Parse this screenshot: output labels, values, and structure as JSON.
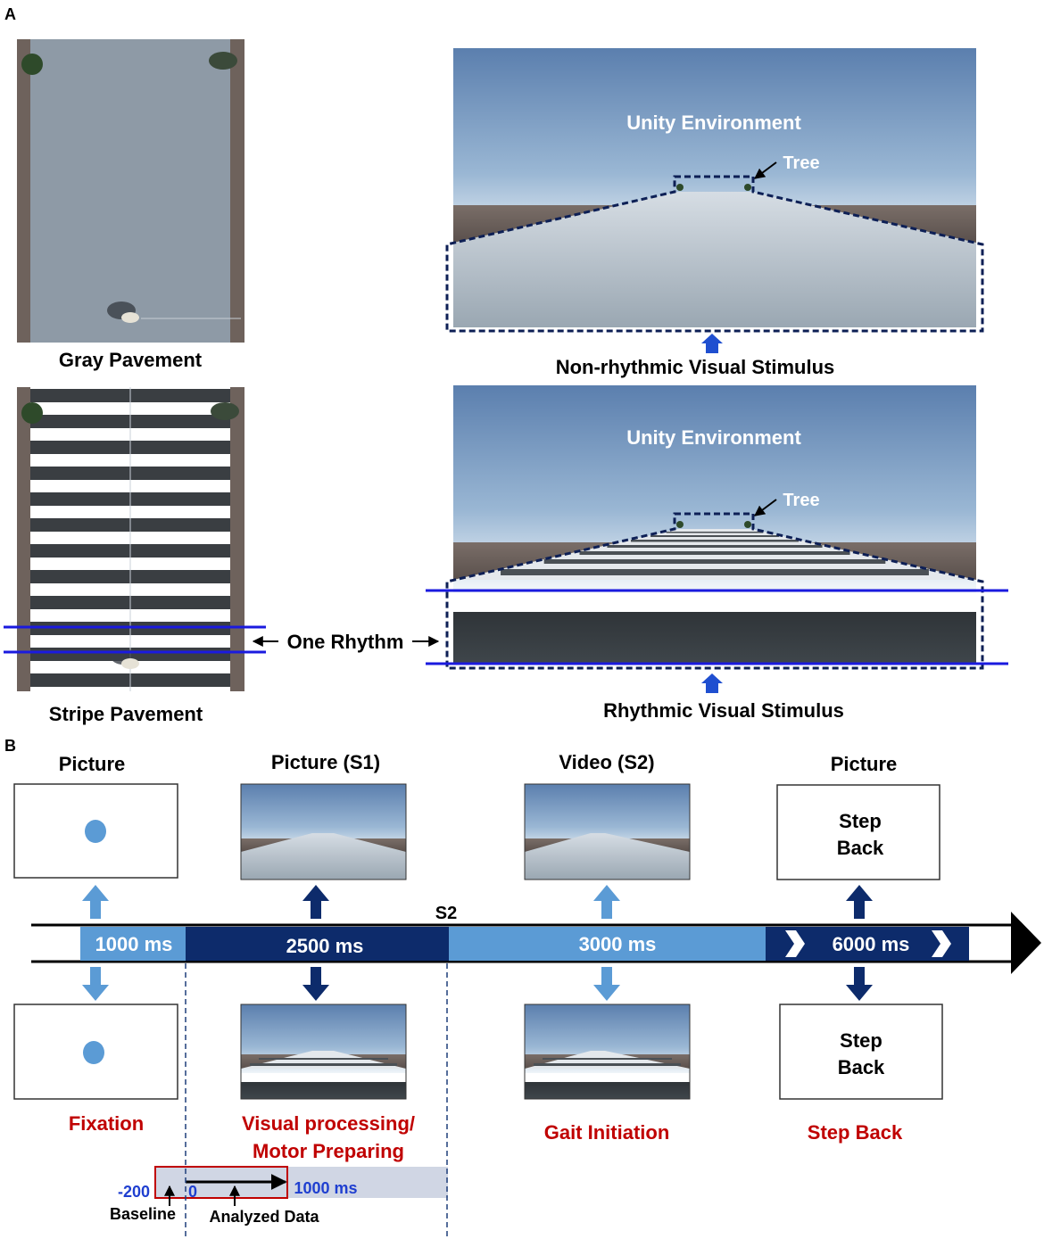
{
  "panel_a": {
    "label": "A",
    "gray_caption": "Gray Pavement",
    "stripe_caption": "Stripe Pavement",
    "one_rhythm": "One Rhythm",
    "unity_env_1": "Unity Environment",
    "unity_env_2": "Unity Environment",
    "tree_1": "Tree",
    "tree_2": "Tree",
    "non_rhythmic": "Non-rhythmic Visual Stimulus",
    "rhythmic": "Rhythmic Visual Stimulus"
  },
  "panel_b": {
    "label": "B",
    "headers": [
      "Picture",
      "Picture (S1)",
      "Video (S2)",
      "Picture"
    ],
    "s2_marker": "S2",
    "durations": [
      "1000 ms",
      "2500 ms",
      "3000 ms",
      "6000 ms"
    ],
    "step_back_top": [
      "Step",
      "Back"
    ],
    "step_back_bottom": [
      "Step",
      "Back"
    ],
    "phases": {
      "fixation": "Fixation",
      "visual_line1": "Visual processing/",
      "visual_line2": "Motor Preparing",
      "gait": "Gait Initiation",
      "step_back": "Step Back"
    },
    "window": {
      "start": "-200",
      "zero": "0",
      "end": "1000 ms",
      "baseline": "Baseline",
      "analyzed": "Analyzed Data"
    }
  },
  "colors": {
    "dark_navy": "#0d2b6b",
    "light_blue": "#5b9bd5",
    "phase_red": "#c00000",
    "window_blue": "#1f3fd0",
    "rhythm_line": "#1a1adf"
  }
}
